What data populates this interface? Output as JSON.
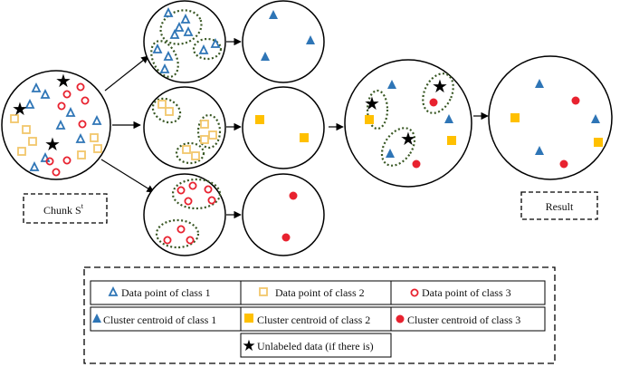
{
  "labels": {
    "chunk": "Chunk S",
    "chunk_sup": "t",
    "result": "Result"
  },
  "legend": {
    "items": [
      {
        "symbol": "triangle-outline",
        "text": "Data point of class 1"
      },
      {
        "symbol": "square-outline",
        "text": "Data point of class 2"
      },
      {
        "symbol": "circle-outline",
        "text": "Data point of class 3"
      },
      {
        "symbol": "triangle-filled",
        "text": "Cluster centroid of class 1"
      },
      {
        "symbol": "square-filled",
        "text": "Cluster centroid of class 2"
      },
      {
        "symbol": "circle-filled",
        "text": "Cluster centroid of class 3"
      },
      {
        "symbol": "star",
        "text": "Unlabeled data (if there is)"
      }
    ]
  },
  "colors": {
    "class1": "#2e75b6",
    "class2": "#ffc000",
    "class2_outline": "#f2c76b",
    "class3": "#e8222f",
    "cluster_outline": "#385723",
    "unlabeled": "#000000",
    "stroke": "#000000"
  },
  "icons": [
    "triangle-icon",
    "square-icon",
    "circle-icon",
    "star-icon",
    "arrow-icon"
  ]
}
